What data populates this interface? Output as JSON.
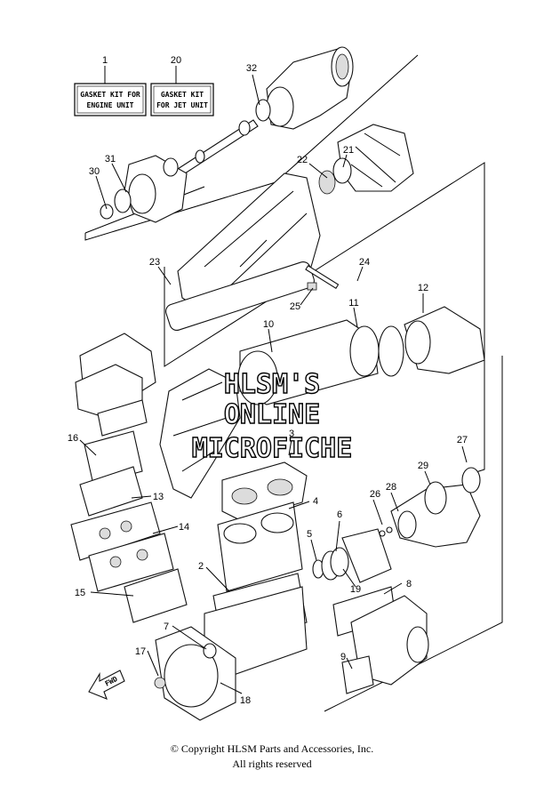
{
  "labels": {
    "kit_engine": [
      "GASKET KIT FOR",
      "ENGINE UNIT"
    ],
    "kit_jet": [
      "GASKET KIT",
      "FOR JET UNIT"
    ],
    "fwd": "FWD"
  },
  "watermark": [
    "HLSM'S",
    "ONLINE",
    "MICROFICHE"
  ],
  "callouts": [
    "1",
    "20",
    "32",
    "31",
    "30",
    "22",
    "21",
    "23",
    "24",
    "12",
    "25",
    "11",
    "10",
    "3",
    "27",
    "16",
    "29",
    "28",
    "26",
    "13",
    "4",
    "6",
    "14",
    "5",
    "2",
    "8",
    "15",
    "19",
    "7",
    "17",
    "9",
    "18"
  ],
  "footer": {
    "copyright": "© Copyright HLSM Parts and Accessories, Inc.",
    "rights": "All rights reserved"
  }
}
